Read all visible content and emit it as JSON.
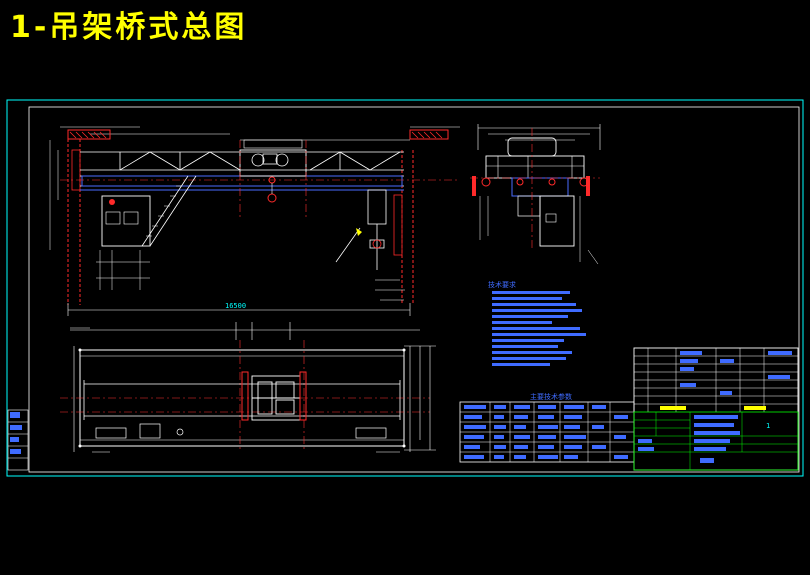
{
  "title": "1-吊架桥式总图",
  "drawing": {
    "span_dimension": "16500",
    "tech_requirements_heading": "技术要求",
    "parameter_table_heading": "主要技术参数",
    "sheet_number": "1",
    "colors": {
      "background": "#000000",
      "title": "#ffff00",
      "frame": "#00ffff",
      "primary": "#ffffff",
      "structure": "#4a6cff",
      "centerline": "#ff3030",
      "hatch": "#ff2a2a",
      "accent": "#00ff00",
      "highlight": "#ffff00",
      "text_blue": "#3f6bff"
    }
  }
}
